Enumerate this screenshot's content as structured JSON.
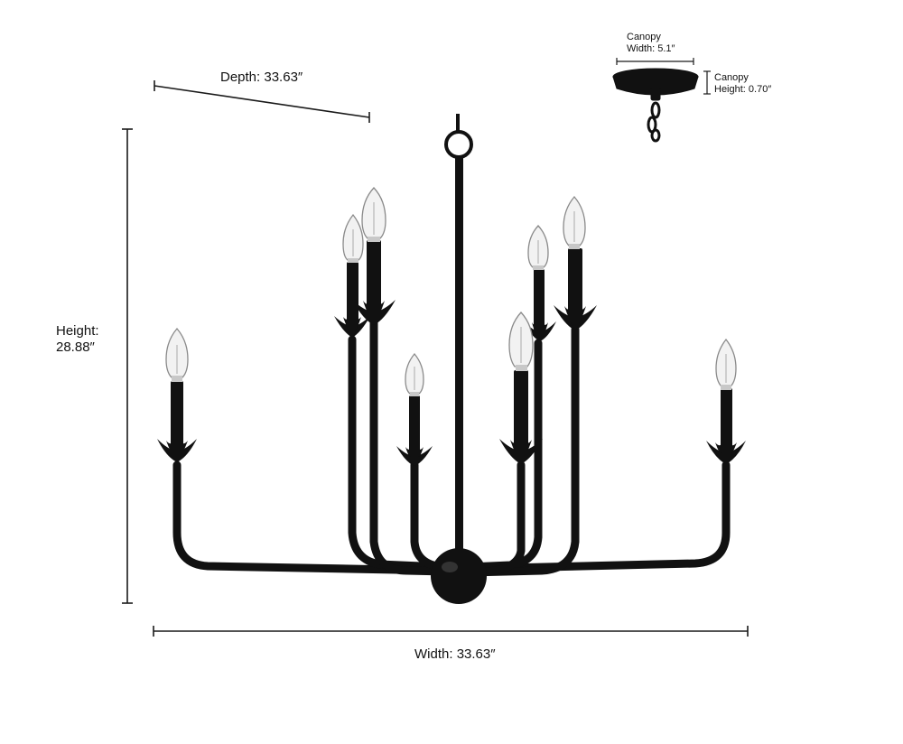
{
  "dimensions": {
    "depth": {
      "label": "Depth:",
      "value": "33.63″"
    },
    "height": {
      "label": "Height:",
      "value": "28.88″"
    },
    "width": {
      "label": "Width:",
      "value": "33.63″"
    },
    "canopy_width": {
      "label": "Canopy",
      "value": "Width: 5.1″"
    },
    "canopy_height": {
      "label": "Canopy",
      "value": "Height: 0.70″"
    }
  },
  "colors": {
    "fixture": "#111111",
    "dimension_line": "#1a1a1a",
    "bulb_glass": "#f2f2f2",
    "bulb_outline": "#8a8a8a",
    "background": "#ffffff"
  },
  "icons": [
    "chandelier-illustration",
    "canopy-illustration"
  ]
}
